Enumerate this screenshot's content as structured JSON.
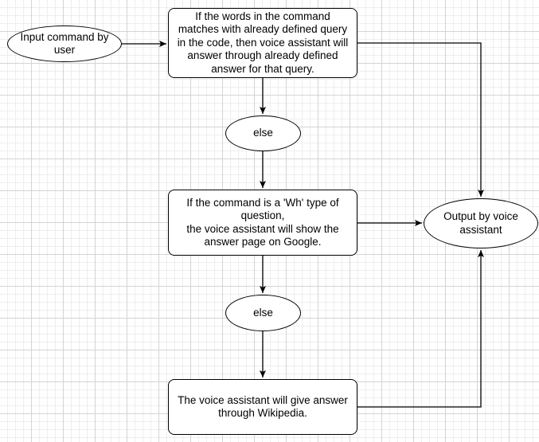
{
  "diagram": {
    "nodes": {
      "input_command": {
        "shape": "ellipse",
        "text": "Input command by\nuser"
      },
      "check_defined_query": {
        "shape": "rounded-rectangle",
        "text": "If the words in the command\nmatches with already defined query\nin the code, then voice assistant will\nanswer through already defined\nanswer for that query."
      },
      "else_1": {
        "shape": "ellipse",
        "text": "else"
      },
      "check_wh_question": {
        "shape": "rounded-rectangle",
        "text": "If the command is a 'Wh' type of\nquestion,\nthe voice assistant will show the\nanswer page on Google."
      },
      "else_2": {
        "shape": "ellipse",
        "text": "else"
      },
      "wikipedia_answer": {
        "shape": "rounded-rectangle",
        "text": "The voice assistant will give answer\nthrough Wikipedia."
      },
      "output": {
        "shape": "ellipse",
        "text": "Output by voice\nassistant"
      }
    },
    "edges": [
      {
        "from": "input_command",
        "to": "check_defined_query"
      },
      {
        "from": "check_defined_query",
        "to": "else_1"
      },
      {
        "from": "else_1",
        "to": "check_wh_question"
      },
      {
        "from": "check_wh_question",
        "to": "else_2"
      },
      {
        "from": "else_2",
        "to": "wikipedia_answer"
      },
      {
        "from": "check_defined_query",
        "to": "output"
      },
      {
        "from": "check_wh_question",
        "to": "output"
      },
      {
        "from": "wikipedia_answer",
        "to": "output"
      }
    ],
    "line_color": "#000000"
  }
}
